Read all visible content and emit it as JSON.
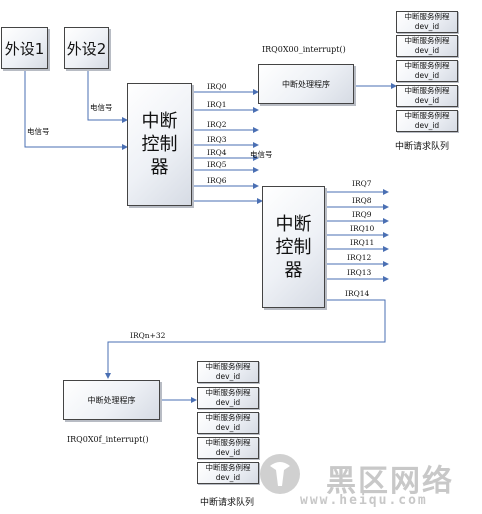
{
  "peripherals": [
    "外设1",
    "外设2"
  ],
  "signal_label": "电信号",
  "controller_label": "中断控制器",
  "handler_label": "中断处理程序",
  "isr_title": "中断服务例程",
  "isr_dev": "dev_id",
  "queue_label": "中断请求队列",
  "handler_top_name": "IRQ0X00_interrupt()",
  "handler_bottom_name": "IRQ0X0f_interrupt()",
  "irq_master": [
    "IRQ0",
    "IRQ1",
    "IRQ2",
    "IRQ3",
    "IRQ4",
    "IRQ5",
    "IRQ6"
  ],
  "irq_slave": [
    "IRQ7",
    "IRQ8",
    "IRQ9",
    "IRQ10",
    "IRQ11",
    "IRQ12",
    "IRQ13",
    "IRQ14"
  ],
  "irq_n": "IRQn+32",
  "watermark": {
    "cn": "黑区网络",
    "en": "www.heiqu.com"
  },
  "colors": {
    "arrow": "#4a6fb3",
    "border": "#444444"
  }
}
